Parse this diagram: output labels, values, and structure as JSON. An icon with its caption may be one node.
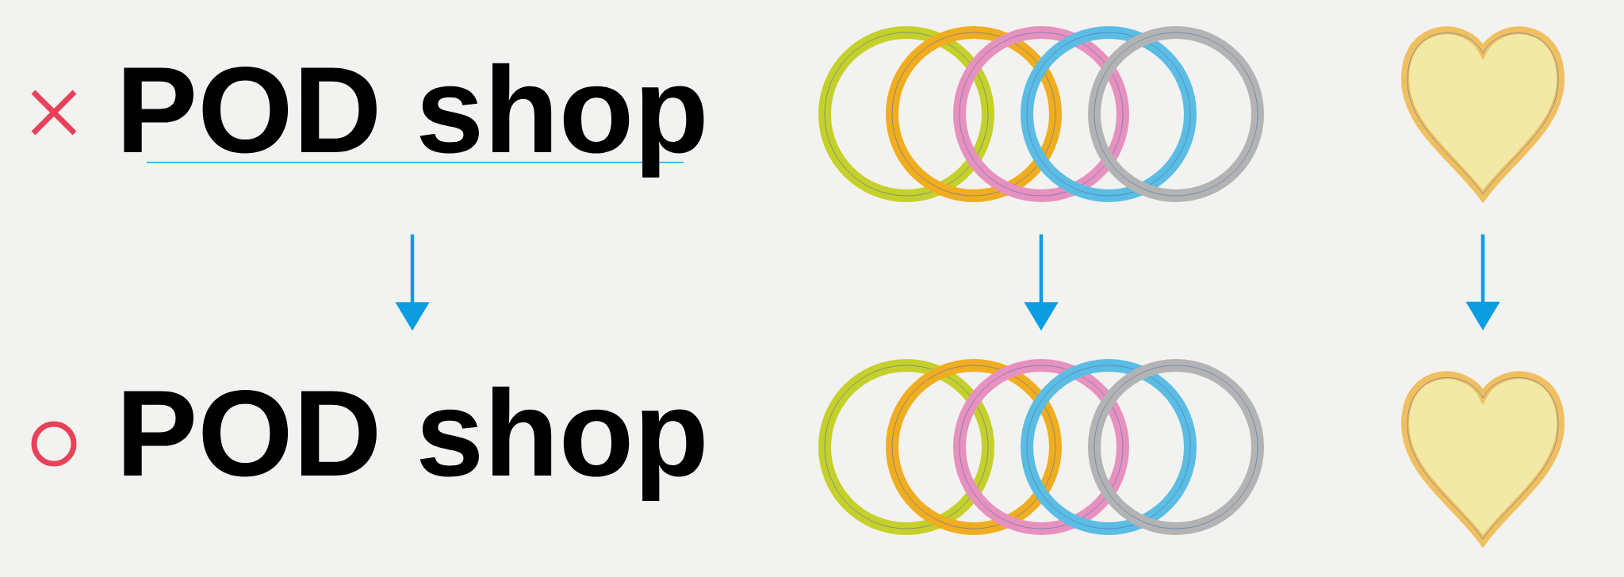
{
  "diagram": {
    "nodes": [
      {
        "text": [
          "POD shop"
        ]
      },
      {
        "text": [
          "POD shop"
        ]
      },
      {
        "text": [],
        "shape": "picture"
      },
      {
        "text": [],
        "shape": "picture"
      },
      {
        "text": [],
        "shape": "picture"
      },
      {
        "text": [],
        "shape": "picture"
      }
    ],
    "edges": [
      {
        "from": 0,
        "to": 1,
        "arrow": "to"
      },
      {
        "from": 2,
        "to": 3,
        "arrow": "to"
      },
      {
        "from": 4,
        "to": 5,
        "arrow": "to"
      }
    ]
  }
}
